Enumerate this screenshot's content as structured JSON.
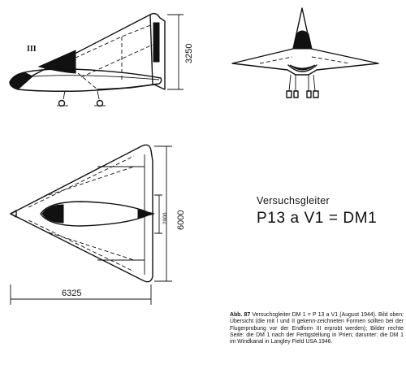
{
  "drawing": {
    "roman_numeral": "III",
    "dim_height_side": "3250",
    "dim_span": "6000",
    "dim_length": "6325",
    "dim_small": "2000"
  },
  "title": {
    "line1": "Versuchsgleiter",
    "line2": "P13 a V1 = DM1"
  },
  "caption": {
    "label": "Abb. 87",
    "text": "Versuchsgleiter DM 1 = P 13 a V1 (August 1944). Bild oben: Übersicht (die mit I und II gekenn-zeichneten Formen sollten bei der Flugerprobung vor der Endform III erprobt werden); Bilder rechte Seite: die DM 1 nach der Fertigstellung in Prien; darunter: die DM 1 im Windkanal in Langley Field USA 1946."
  },
  "colors": {
    "ink": "#111111",
    "paper": "#ffffff"
  }
}
